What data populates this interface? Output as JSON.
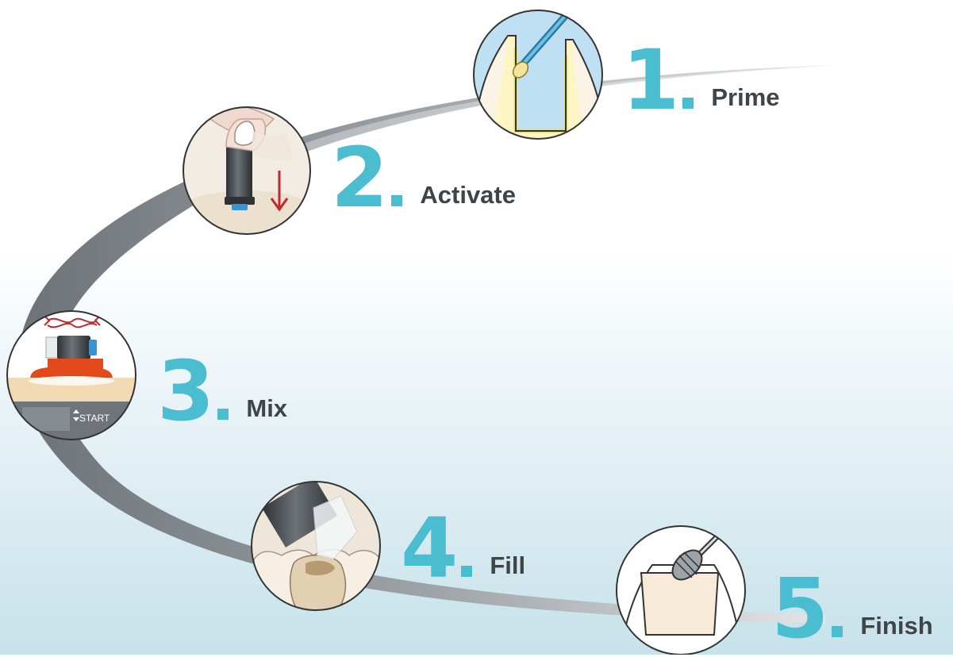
{
  "steps": [
    {
      "number": "1",
      "label": "Prime"
    },
    {
      "number": "2",
      "label": "Activate"
    },
    {
      "number": "3",
      "label": "Mix"
    },
    {
      "number": "4",
      "label": "Fill"
    },
    {
      "number": "5",
      "label": "Finish"
    }
  ],
  "mixer": {
    "start_label": "START"
  },
  "colors": {
    "accent": "#4bbdd1",
    "label": "#3f4448",
    "arrow": "#c0282d",
    "mixer_base": "#e24a1c"
  }
}
